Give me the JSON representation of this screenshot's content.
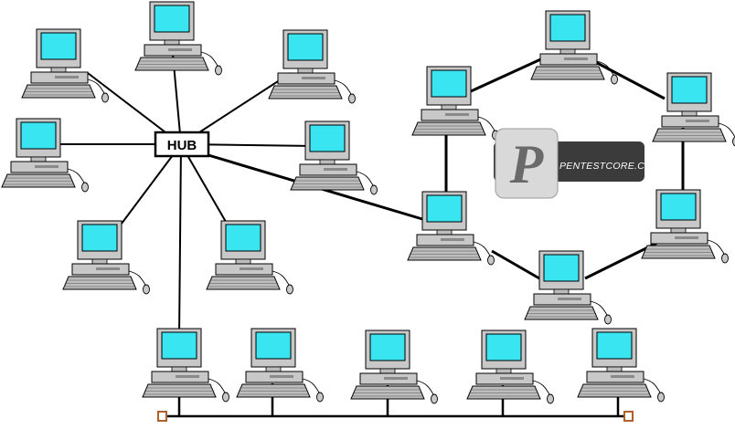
{
  "hub": {
    "label": "HUB"
  },
  "logo": {
    "text": "PENTESTCORE.COM",
    "letter": "P"
  },
  "colors": {
    "screen": "#39e5f0",
    "monitor": "#c8c8c8",
    "keyboard": "#b9b9b9",
    "cable": "#000000",
    "logo_dark": "#3b3b3b",
    "logo_light": "#d9d9d9",
    "bus_terminator": "#b0602a"
  },
  "topologies": {
    "star": {
      "computers": 8,
      "links_to": "hub"
    },
    "ring": {
      "computers": 6
    },
    "bus": {
      "computers": 5,
      "terminators": 2
    }
  }
}
